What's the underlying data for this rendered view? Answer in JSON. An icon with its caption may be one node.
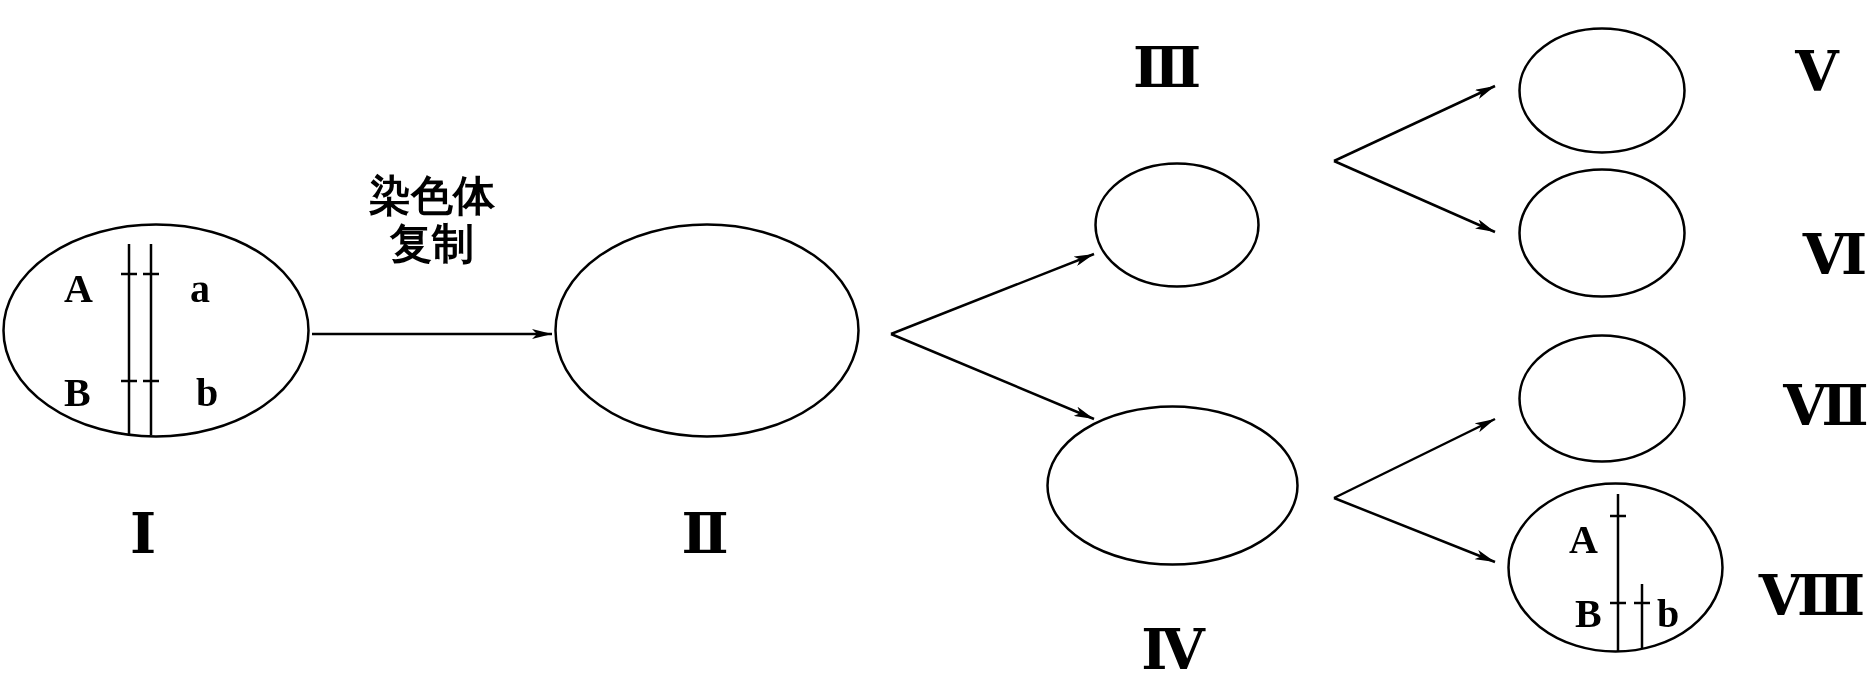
{
  "diagram": {
    "nodes": [
      {
        "text": [
          "A",
          "a",
          "B",
          "b"
        ],
        "beside": [
          "Ⅰ"
        ]
      },
      {
        "text": [],
        "shape": "circle",
        "beside": [
          "Ⅱ"
        ]
      },
      {
        "text": [],
        "shape": "circle",
        "beside": [
          "Ⅲ"
        ]
      },
      {
        "text": [],
        "shape": "circle",
        "beside": [
          "Ⅳ"
        ]
      },
      {
        "text": [],
        "shape": "circle",
        "beside": [
          "Ⅴ"
        ]
      },
      {
        "text": [],
        "shape": "circle",
        "beside": [
          "Ⅵ"
        ]
      },
      {
        "text": [],
        "shape": "circle",
        "beside": [
          "Ⅶ"
        ]
      },
      {
        "text": [
          "A",
          "B",
          "b"
        ],
        "beside": [
          "Ⅷ"
        ]
      }
    ],
    "edges": [
      {
        "from": 0,
        "to": 1,
        "arrow": "to",
        "label": "染色体复制"
      },
      {
        "from": 1,
        "to": 2,
        "arrow": "to"
      },
      {
        "from": 1,
        "to": 3,
        "arrow": "to"
      },
      {
        "from": 2,
        "to": 4,
        "arrow": "to"
      },
      {
        "from": 2,
        "to": 5,
        "arrow": "to"
      },
      {
        "from": 3,
        "to": 6,
        "arrow": "to"
      },
      {
        "from": 3,
        "to": 7,
        "arrow": "to"
      }
    ]
  }
}
